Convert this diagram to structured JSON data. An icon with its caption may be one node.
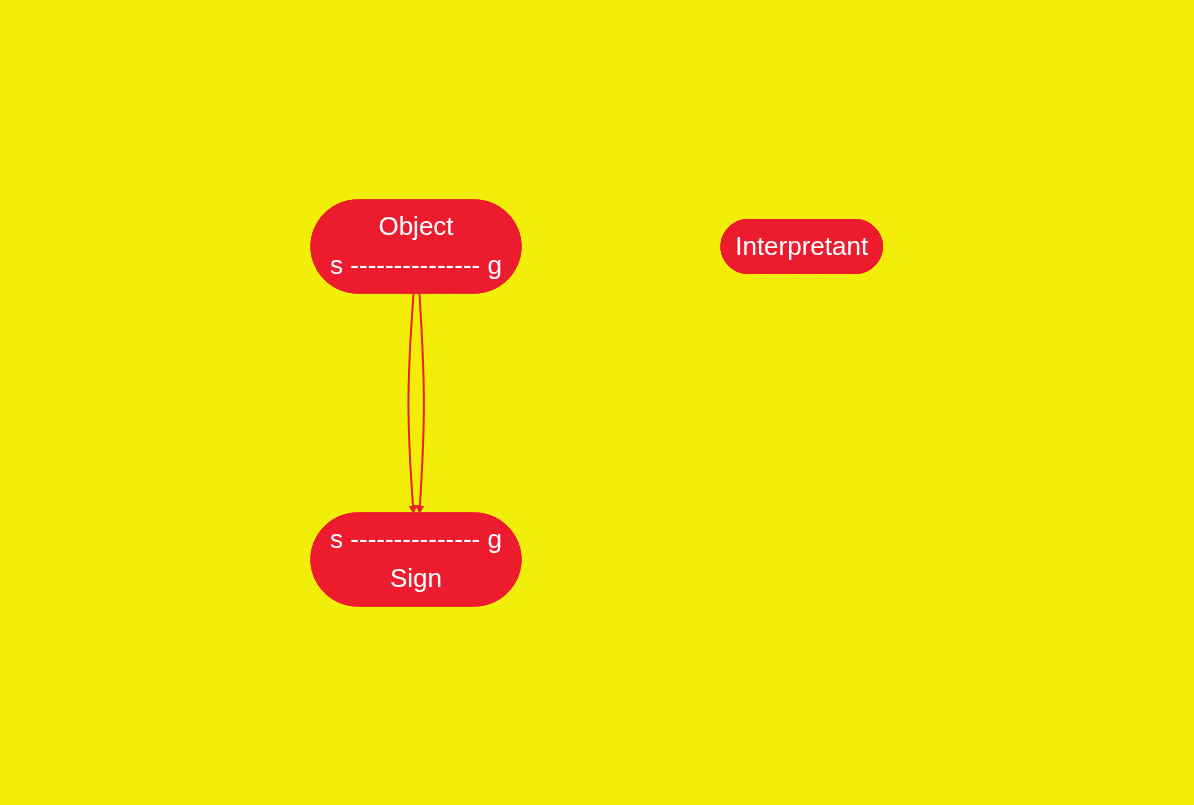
{
  "diagram": {
    "nodes": [
      {
        "text": [
          "Object",
          "s --------------- g"
        ]
      },
      {
        "text": [
          "Interpretant"
        ]
      },
      {
        "text": [
          "s --------------- g",
          "Sign"
        ]
      }
    ],
    "edges": [
      {
        "from": 0,
        "to": 2,
        "arrow": "to"
      },
      {
        "from": 0,
        "to": 2,
        "arrow": "to"
      }
    ]
  }
}
